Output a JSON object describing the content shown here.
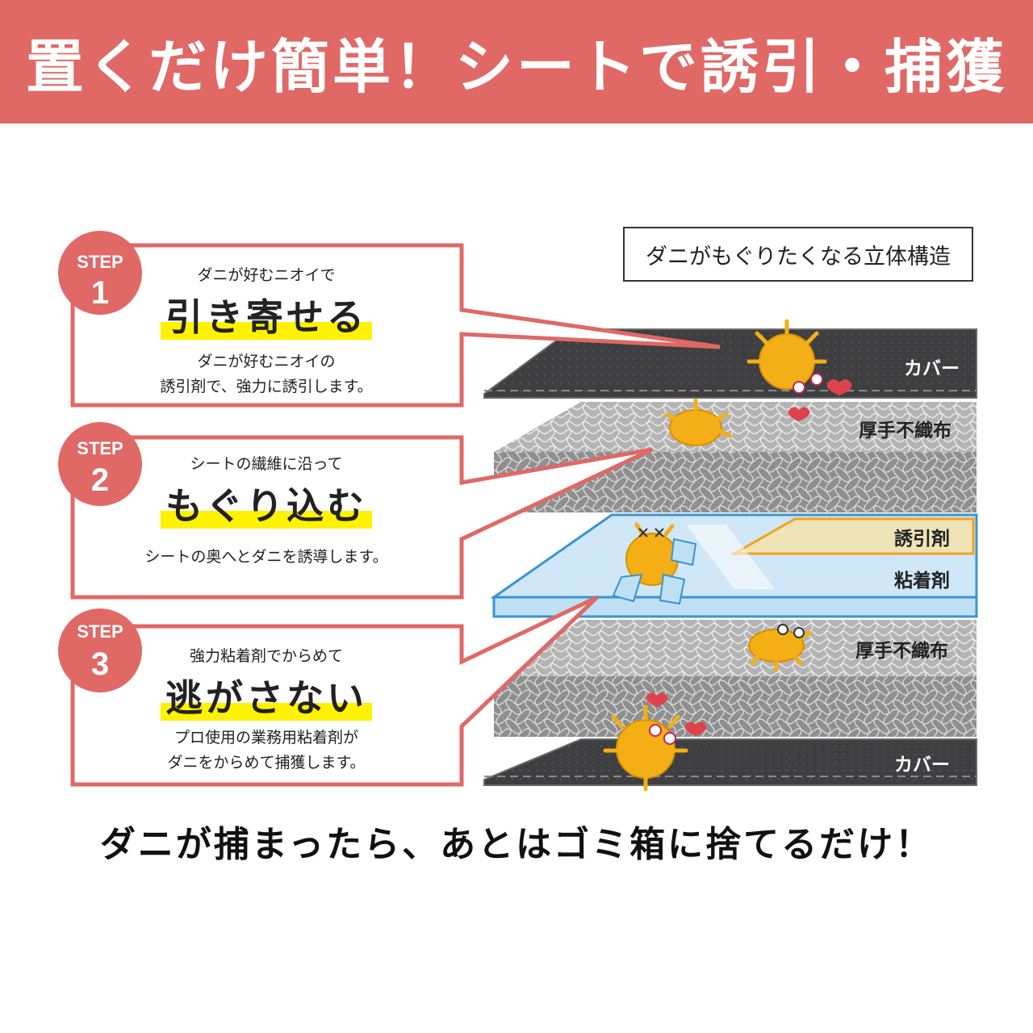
{
  "banner": {
    "title": "置くだけ簡単！シートで誘引・捕獲"
  },
  "structure_label": "ダニがもぐりたくなる立体構造",
  "steps": [
    {
      "badge_word": "STEP",
      "badge_number": "1",
      "subtitle": "ダニが好むニオイで",
      "heading": "引き寄せる",
      "desc_line1": "ダニが好むニオイの",
      "desc_line2": "誘引剤で、強力に誘引します。"
    },
    {
      "badge_word": "STEP",
      "badge_number": "2",
      "subtitle": "シートの繊維に沿って",
      "heading": "もぐり込む",
      "desc_line1": "シートの奥へとダニを誘導します。",
      "desc_line2": ""
    },
    {
      "badge_word": "STEP",
      "badge_number": "3",
      "subtitle": "強力粘着剤でからめて",
      "heading": "逃がさない",
      "desc_line1": "プロ使用の業務用粘着剤が",
      "desc_line2": "ダニをからめて捕獲します。"
    }
  ],
  "layers": {
    "cover_top": "カバー",
    "nonwoven_top": "厚手不織布",
    "attractant": "誘引剤",
    "adhesive": "粘着剤",
    "nonwoven_bottom": "厚手不織布",
    "cover_bottom": "カバー"
  },
  "bottom_caption": "ダニが捕まったら、あとはゴミ箱に捨てるだけ！",
  "colors": {
    "accent_red": "#e06865",
    "highlight_yellow": "#fff200",
    "cover_gray": "#3f3f41",
    "fiber_gray": "#9a9a9a",
    "adhesive_blue": "#bfe0f4",
    "attractant_beige": "#efe3b8",
    "mite_orange": "#f4ae16"
  }
}
